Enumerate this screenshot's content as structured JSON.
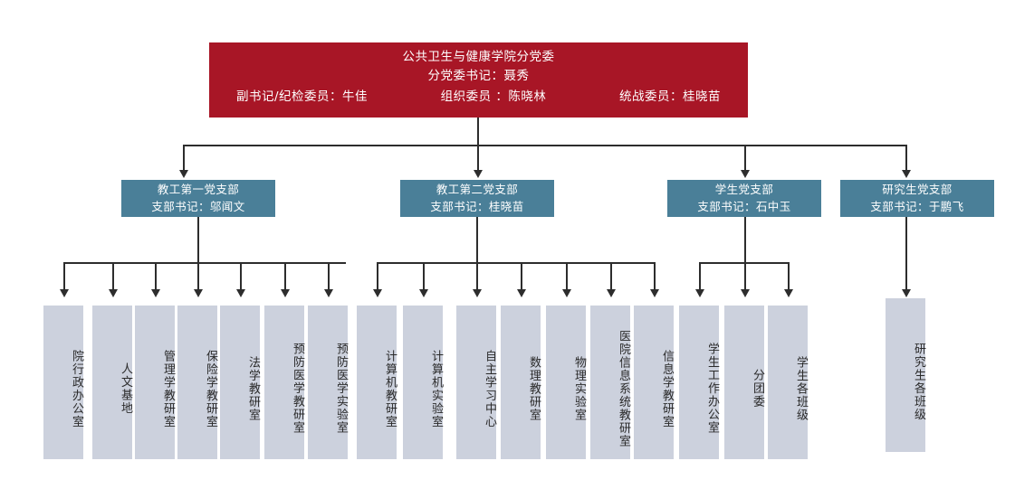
{
  "colors": {
    "root_box": "#a81626",
    "branch_box": "#4a7f98",
    "leaf_box": "#ccd1dd",
    "connector": "#2d2d2d",
    "background": "#ffffff"
  },
  "root": {
    "org_name": "公共卫生与健康学院分党委",
    "secretary": "分党委书记：聂秀",
    "deputy_secretary": "副书记/纪检委员：牛佳",
    "organization_member": "组织委员 ：陈晓林",
    "united_front_member": "统战委员：桂晓苗"
  },
  "branches": [
    {
      "id": "branch-teaching-staff-1",
      "title": "教工第一党支部",
      "secretary": "支部书记：邬闻文",
      "children": [
        {
          "id": "leaf-admin-office",
          "label": "院行政办公室"
        },
        {
          "id": "leaf-humanities-base",
          "label": "人文基地"
        },
        {
          "id": "leaf-management-dept",
          "label": "管理学教研室"
        },
        {
          "id": "leaf-insurance-dept",
          "label": "保险学教研室"
        },
        {
          "id": "leaf-law-dept",
          "label": "法学教研室"
        },
        {
          "id": "leaf-preventive-medicine-dept",
          "label": "预防医学教研室"
        },
        {
          "id": "leaf-preventive-medicine-lab",
          "label": "预防医学实验室"
        }
      ]
    },
    {
      "id": "branch-teaching-staff-2",
      "title": "教工第二党支部",
      "secretary": "支部书记：桂晓苗",
      "children": [
        {
          "id": "leaf-computer-dept",
          "label": "计算机教研室"
        },
        {
          "id": "leaf-computer-lab",
          "label": "计算机实验室"
        },
        {
          "id": "leaf-self-study-center",
          "label": "自主学习中心"
        },
        {
          "id": "leaf-math-dept",
          "label": "数理教研室"
        },
        {
          "id": "leaf-physics-lab",
          "label": "物理实验室"
        },
        {
          "id": "leaf-his-dept",
          "label": "医院信息系统教研室"
        },
        {
          "id": "leaf-information-science-dept",
          "label": "信息学教研室"
        }
      ]
    },
    {
      "id": "branch-students",
      "title": "学生党支部",
      "secretary": "支部书记：石中玉",
      "children": [
        {
          "id": "leaf-student-affairs-office",
          "label": "学生工作办公室"
        },
        {
          "id": "leaf-youth-league-committee",
          "label": "分团委"
        },
        {
          "id": "leaf-student-classes",
          "label": "学生各班级"
        }
      ]
    },
    {
      "id": "branch-graduate-students",
      "title": "研究生党支部",
      "secretary": "支部书记：于鹏飞",
      "children": [
        {
          "id": "leaf-graduate-classes",
          "label": "研究生各班级"
        }
      ]
    }
  ]
}
